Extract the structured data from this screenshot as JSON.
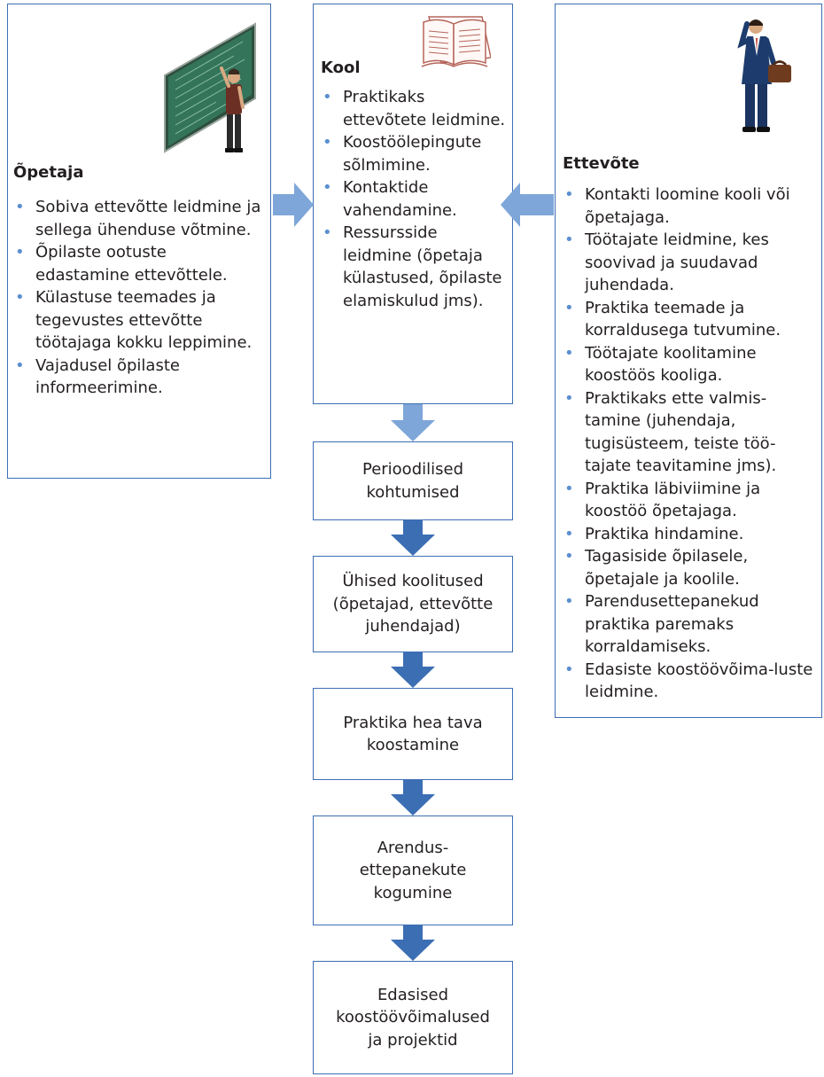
{
  "teacher": {
    "title": "Õpetaja",
    "items": [
      "Sobiva ettevõtte leidmine ja sellega ühenduse võtmine.",
      "Õpilaste ootuste edastamine ettevõttele.",
      "Külastuse teemades ja tegevustes ettevõtte töötajaga kokku leppimine.",
      "Vajadusel õpilaste informeerimine."
    ]
  },
  "school": {
    "title": "Kool",
    "items": [
      "Praktikaks ettevõtete leidmine.",
      "Koostöölepingute sõlmimine.",
      "Kontaktide vahendamine.",
      "Ressursside leidmine (õpetaja külastused, õpilaste elamiskulud jms)."
    ]
  },
  "company": {
    "title": "Ettevõte",
    "items": [
      "Kontakti loomine kooli või õpetajaga.",
      "Töötajate leidmine, kes soovivad ja suudavad juhendada.",
      "Praktika teemade ja korraldusega tutvumine.",
      "Töötajate koolitamine koostöös kooliga.",
      "Praktikaks ette valmis-tamine (juhendaja, tugisüsteem, teiste töö-tajate teavitamine jms).",
      "Praktika läbiviimine ja koostöö õpetajaga.",
      "Praktika hindamine.",
      "Tagasiside õpilasele, õpetajale ja koolile.",
      "Parendusettepanekud praktika paremaks korraldamiseks.",
      "Edasiste koostöövõima-luste leidmine."
    ]
  },
  "steps": [
    "Perioodilised\nkohtumised",
    "Ühised koolitused\n(õpetajad, ettevõtte\njuhendajad)",
    "Praktika hea tava\nkoostamine",
    "Arendus-\nettepanekute\nkogumine",
    "Edasised\nkoostöövõimalused\nja projektid"
  ],
  "colors": {
    "border": "#3c6eb4",
    "arrow_light": "#7ea6d9",
    "arrow_dark": "#3c6eb4",
    "bullet": "#5b8fcf"
  },
  "illustrations": [
    "teacher-at-chalkboard-illustration",
    "open-book-icon",
    "businessman-with-briefcase-illustration"
  ]
}
